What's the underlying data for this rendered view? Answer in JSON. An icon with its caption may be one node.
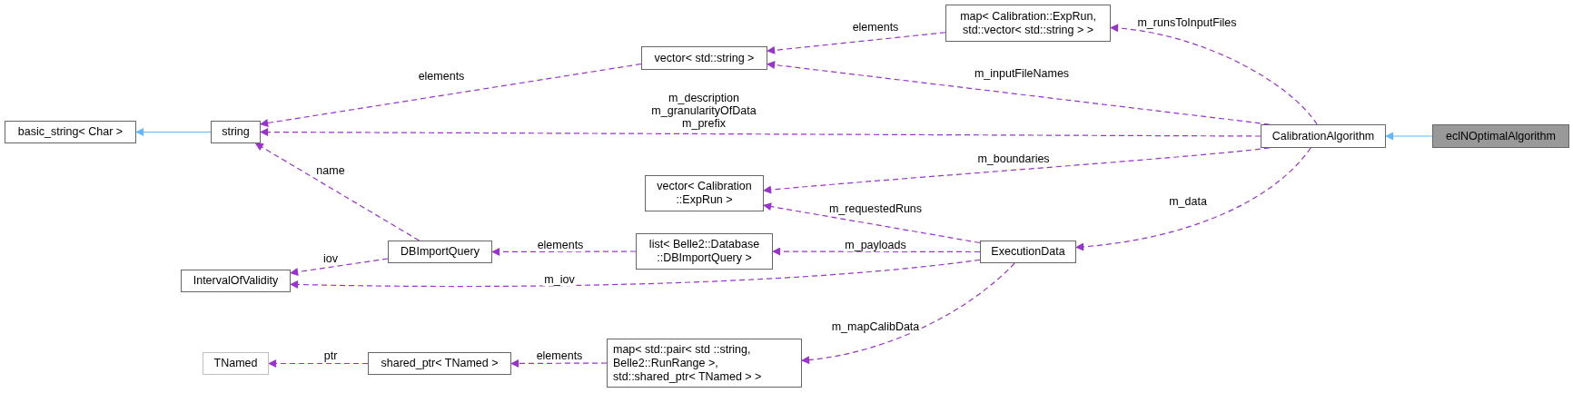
{
  "diagram": {
    "nodes": [
      {
        "text": [
          "basic_string< Char >"
        ]
      },
      {
        "text": [
          "string"
        ]
      },
      {
        "text": [
          "vector< std::string >"
        ]
      },
      {
        "text": [
          "map< Calibration::ExpRun, std::vector< std::string > >"
        ]
      },
      {
        "text": [
          "DBImportQuery"
        ]
      },
      {
        "text": [
          "IntervalOfValidity"
        ]
      },
      {
        "text": [
          "vector< Calibration ::ExpRun >"
        ]
      },
      {
        "text": [
          "list< Belle2::Database ::DBImportQuery >"
        ]
      },
      {
        "text": [
          "ExecutionData"
        ]
      },
      {
        "text": [
          "CalibrationAlgorithm"
        ]
      },
      {
        "text": [
          "eclNOptimalAlgorithm"
        ]
      },
      {
        "text": [
          "TNamed"
        ]
      },
      {
        "text": [
          "shared_ptr< TNamed >"
        ]
      },
      {
        "text": [
          "map< std::pair< std ::string, Belle2::RunRange >, std::shared_ptr< TNamed > >"
        ]
      }
    ],
    "edges": [
      {
        "from": 1,
        "to": 0,
        "arrow": "to",
        "color": "#63b8ff"
      },
      {
        "from": 2,
        "to": 1,
        "arrow": "to",
        "label": "elements",
        "style": "dashed"
      },
      {
        "from": 3,
        "to": 2,
        "arrow": "to",
        "label": "elements",
        "style": "dashed"
      },
      {
        "from": 9,
        "to": 3,
        "arrow": "to",
        "label": "m_runsToInputFiles",
        "style": "dashed"
      },
      {
        "from": 9,
        "to": 2,
        "arrow": "to",
        "label": "m_inputFileNames",
        "style": "dashed"
      },
      {
        "from": 9,
        "to": 1,
        "arrow": "to",
        "label": "m_description m_granularityOfData m_prefix",
        "style": "dashed"
      },
      {
        "from": 9,
        "to": 6,
        "arrow": "to",
        "label": "m_boundaries",
        "style": "dashed"
      },
      {
        "from": 9,
        "to": 8,
        "arrow": "to",
        "label": "m_data",
        "style": "dashed"
      },
      {
        "from": 4,
        "to": 1,
        "arrow": "to",
        "label": "name",
        "style": "dashed"
      },
      {
        "from": 4,
        "to": 5,
        "arrow": "to",
        "label": "iov",
        "style": "dashed"
      },
      {
        "from": 7,
        "to": 4,
        "arrow": "to",
        "label": "elements",
        "style": "dashed"
      },
      {
        "from": 8,
        "to": 6,
        "arrow": "to",
        "label": "m_requestedRuns",
        "style": "dashed"
      },
      {
        "from": 8,
        "to": 7,
        "arrow": "to",
        "label": "m_payloads",
        "style": "dashed"
      },
      {
        "from": 8,
        "to": 5,
        "arrow": "to",
        "label": "m_iov",
        "style": "dashed"
      },
      {
        "from": 8,
        "to": 13,
        "arrow": "to",
        "label": "m_mapCalibData",
        "style": "dashed"
      },
      {
        "from": 13,
        "to": 12,
        "arrow": "to",
        "label": "elements",
        "style": "dashed"
      },
      {
        "from": 12,
        "to": 11,
        "arrow": "to",
        "label": "ptr",
        "style": "dashed"
      },
      {
        "from": 10,
        "to": 9,
        "arrow": "to",
        "color": "#63b8ff"
      }
    ]
  }
}
